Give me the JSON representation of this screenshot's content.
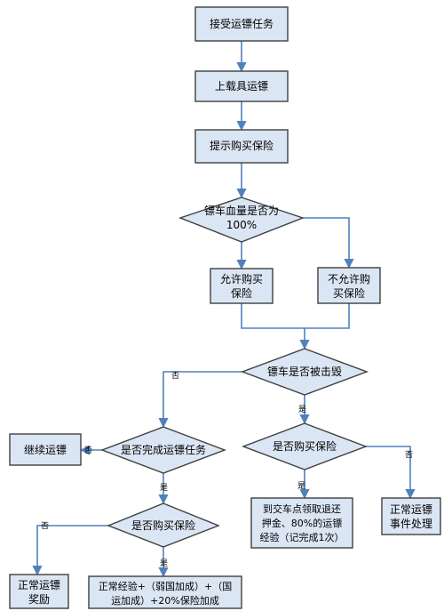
{
  "nodes": {
    "accept_task": "接受运镖任务",
    "load_cargo": "上载具运镖",
    "prompt_insurance": "提示购买保险",
    "hp_full": [
      "镖车血量是否为",
      "100%"
    ],
    "allow_buy": [
      "允许购买",
      "保险"
    ],
    "deny_buy": [
      "不允许购",
      "买保险"
    ],
    "destroyed": "镖车是否被击毁",
    "completed": "是否完成运镖任务",
    "bought_insurance_a": "是否购买保险",
    "bought_insurance_b": "是否购买保险",
    "continue_escort": "继续运镖",
    "refund": [
      "到交车点领取退还",
      "押金、80%的运镖",
      "经验（记完成1次）"
    ],
    "normal_event": [
      "正常运镖",
      "事件处理"
    ],
    "normal_reward": [
      "正常运镖",
      "奖励"
    ],
    "bonus_reward": [
      "正常经验+（弱国加成）+（国",
      "运加成）+20%保险加成"
    ]
  },
  "edge_labels": {
    "yes": "是",
    "no": "否"
  }
}
